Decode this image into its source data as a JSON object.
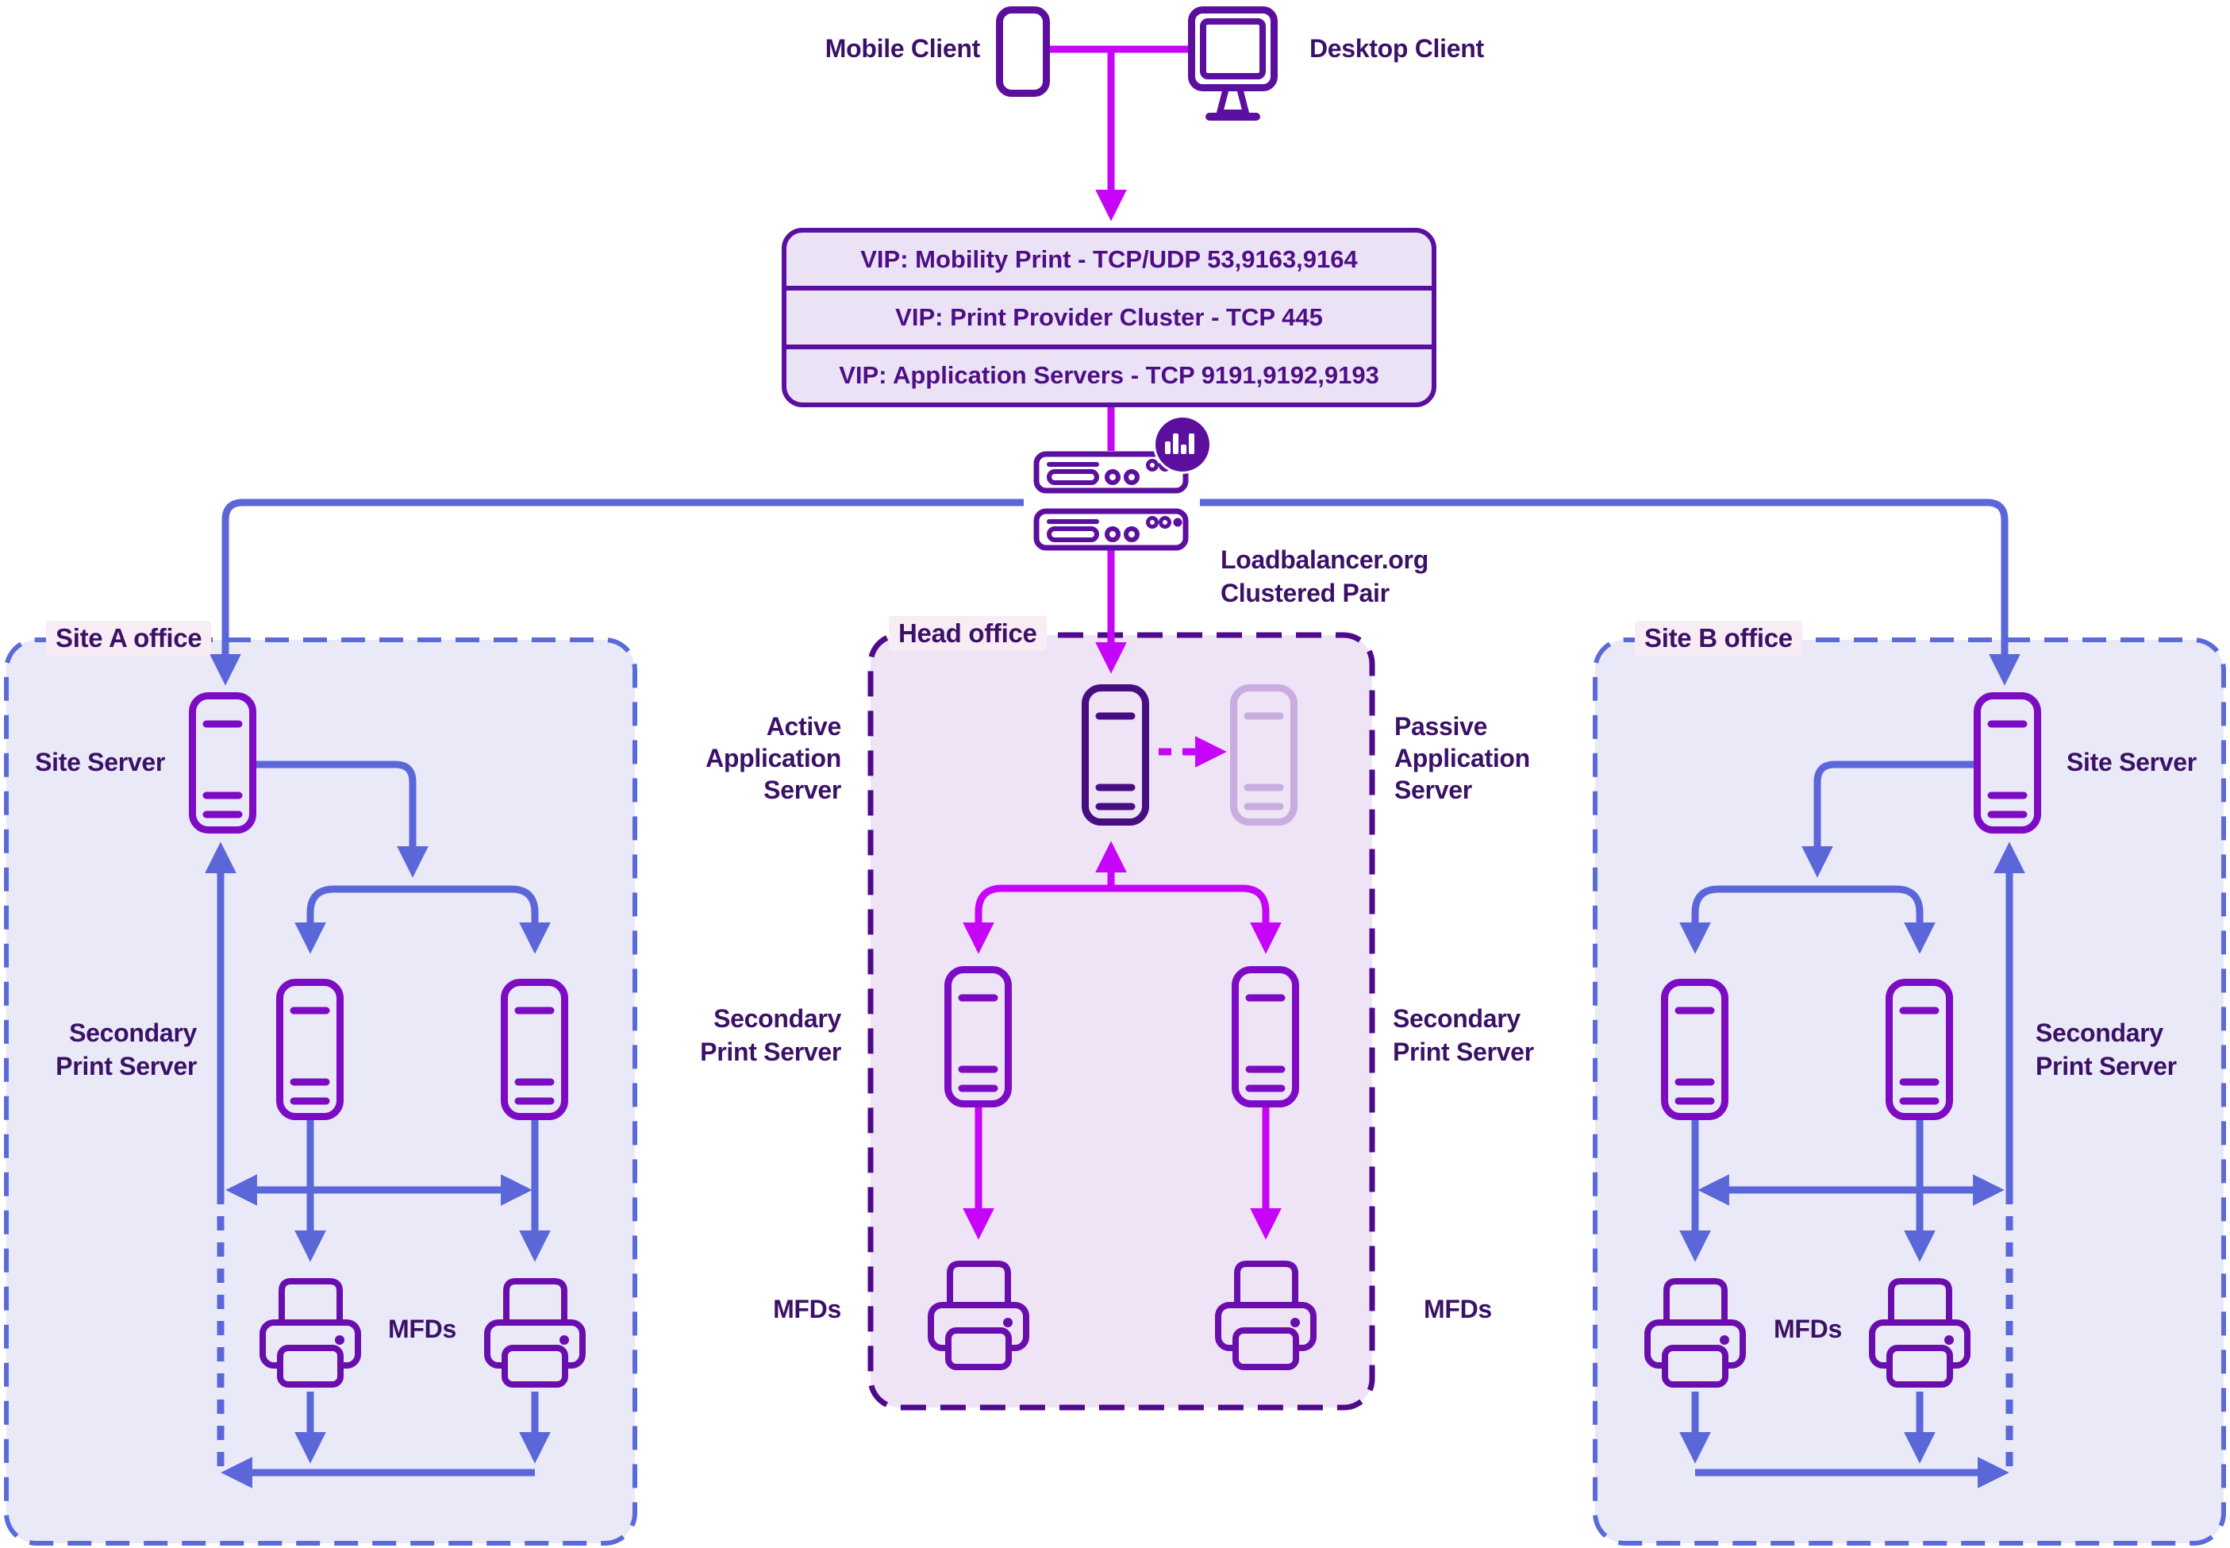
{
  "colors": {
    "arrow_blue": "#5b66d9",
    "arrow_magenta": "#c604f8",
    "dark_purple_stroke": "#5c0f9e",
    "server_icon_purple": "#7d0bc4",
    "printer_icon_purple": "#6a0dad",
    "active_server_purple": "#470e82",
    "passive_server_light": "#c9addf",
    "site_office_fill": "#e9e9f8",
    "site_office_border": "#5a6ad9",
    "head_office_fill": "#efe4f6",
    "head_office_border": "#4f0a8c",
    "vip_fill": "#ebe2f6",
    "text_dark_purple": "#3b1167"
  },
  "clients": {
    "mobile": "Mobile Client",
    "desktop": "Desktop Client"
  },
  "vip_box": {
    "rows": [
      "VIP: Mobility Print - TCP/UDP 53,9163,9164",
      "VIP: Print Provider Cluster - TCP 445",
      "VIP: Application Servers - TCP 9191,9192,9193"
    ]
  },
  "loadbalancer": {
    "label": [
      "Loadbalancer.org",
      "Clustered Pair"
    ]
  },
  "site_a": {
    "title": "Site A office",
    "site_server": "Site Server",
    "secondary": [
      "Secondary",
      "Print Server"
    ],
    "mfds": "MFDs"
  },
  "head_office": {
    "title": "Head office",
    "active": [
      "Active",
      "Application",
      "Server"
    ],
    "passive": [
      "Passive",
      "Application",
      "Server"
    ],
    "secondary_left": [
      "Secondary",
      "Print Server"
    ],
    "secondary_right": [
      "Secondary",
      "Print Server"
    ],
    "mfds_left": "MFDs",
    "mfds_right": "MFDs"
  },
  "site_b": {
    "title": "Site B office",
    "site_server": "Site Server",
    "secondary": [
      "Secondary",
      "Print Server"
    ],
    "mfds": "MFDs"
  }
}
